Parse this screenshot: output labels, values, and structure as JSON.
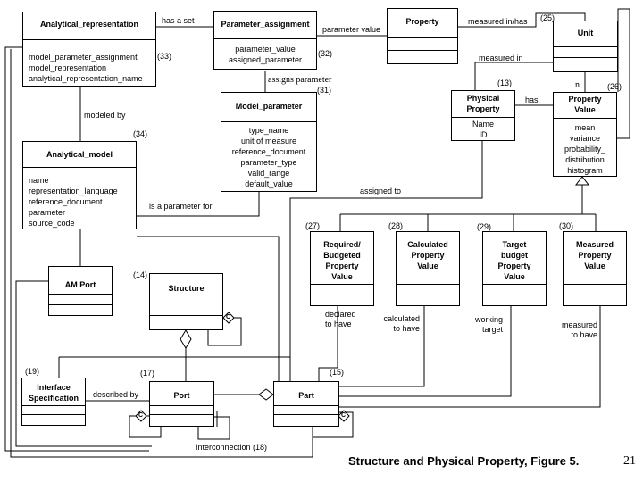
{
  "classes": {
    "analytical_representation": {
      "title": "Analytical_representation",
      "attrs": [
        "model_parameter_assignment",
        "model_representation",
        "analytical_representation_name"
      ],
      "num": "(33)"
    },
    "parameter_assignment": {
      "title": "Parameter_assignment",
      "attrs": [
        "parameter_value",
        "assigned_parameter"
      ],
      "num": "(32)"
    },
    "property": {
      "title": "Property"
    },
    "unit": {
      "title": "Unit",
      "num": "(25)"
    },
    "model_parameter": {
      "title": "Model_parameter",
      "attrs": [
        "type_name",
        "unit of measure",
        "reference_document",
        "parameter_type",
        "valid_range",
        "default_value"
      ],
      "num": "(31)"
    },
    "physical_property": {
      "title1": "Physical",
      "title2": "Property",
      "attrs": [
        "Name",
        "ID"
      ],
      "num": "(13)"
    },
    "property_value": {
      "title1": "Property",
      "title2": "Value",
      "attrs": [
        "mean",
        "variance",
        "probability_",
        "distribution",
        "histogram"
      ],
      "num": "(26)"
    },
    "analytical_model": {
      "title": "Analytical_model",
      "attrs": [
        "name",
        "representation_language",
        "reference_document",
        "parameter",
        "source_code"
      ],
      "num": "(34)"
    },
    "required_pv": {
      "lines": [
        "Required/",
        "Budgeted",
        "Property",
        "Value"
      ],
      "num": "(27)"
    },
    "calculated_pv": {
      "lines": [
        "Calculated",
        "Property",
        "Value"
      ],
      "num": "(28)"
    },
    "target_pv": {
      "lines": [
        "Target",
        "budget",
        "Property",
        "Value"
      ],
      "num": "(29)"
    },
    "measured_pv": {
      "lines": [
        "Measured",
        "Property",
        "Value"
      ],
      "num": "(30)"
    },
    "am_port": {
      "title": "AM Port"
    },
    "structure": {
      "title": "Structure",
      "num": "(14)"
    },
    "interface_specification": {
      "title1": "Interface",
      "title2": "Specification",
      "num": "(19)"
    },
    "port": {
      "title": "Port",
      "num": "(17)"
    },
    "part": {
      "title": "Part",
      "num": "(15)"
    }
  },
  "labels": {
    "has_a_set": "has a set",
    "parameter_value": "parameter value",
    "measured_in_has": "measured in/has",
    "measured_in": "measured in",
    "n": "n",
    "has": "has",
    "assigns_parameter": "assigns  parameter",
    "modeled_by": "modeled by",
    "is_a_parameter_for": "is a parameter for",
    "assigned_to": "assigned to",
    "declared_to_have": [
      "declared",
      "to have"
    ],
    "calculated_to_have": [
      "calculated",
      "to have"
    ],
    "working_target": [
      "working",
      "target"
    ],
    "measured_to_have": [
      "measured",
      "to have"
    ],
    "described_by": "described by",
    "interconnection": "Interconnection (18)",
    "c": "C"
  },
  "caption": "Structure and Physical Property, Figure 5.",
  "page_number": "21"
}
